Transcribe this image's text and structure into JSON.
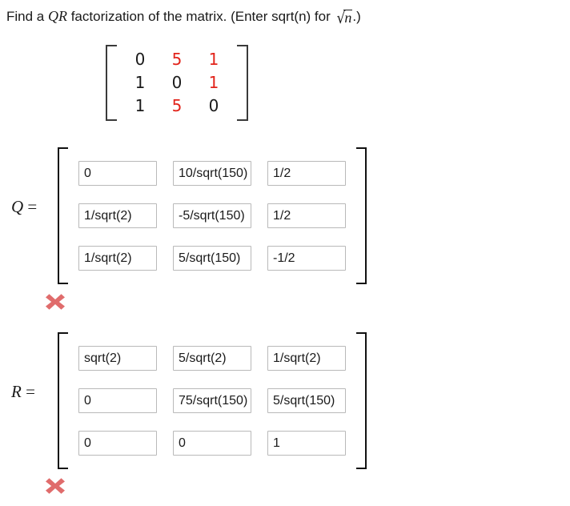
{
  "prompt": {
    "lead": "Find a ",
    "qr": "QR",
    "mid": " factorization of the matrix. (Enter sqrt(n) for ",
    "radicand": "n",
    "tail": ".)",
    "sqrt_sign": "√"
  },
  "source_matrix": {
    "name": "A",
    "rows": [
      [
        {
          "value": "0",
          "color": "#1a1a1a"
        },
        {
          "value": "5",
          "color": "#e2231a"
        },
        {
          "value": "1",
          "color": "#e2231a"
        }
      ],
      [
        {
          "value": "1",
          "color": "#1a1a1a"
        },
        {
          "value": "0",
          "color": "#1a1a1a"
        },
        {
          "value": "1",
          "color": "#e2231a"
        }
      ],
      [
        {
          "value": "1",
          "color": "#1a1a1a"
        },
        {
          "value": "5",
          "color": "#e2231a"
        },
        {
          "value": "0",
          "color": "#1a1a1a"
        }
      ]
    ]
  },
  "answers": {
    "q": {
      "label_var": "Q",
      "label_eq": " =",
      "cells": [
        "0",
        "10/sqrt(150)",
        "1/2",
        "1/sqrt(2)",
        "-5/sqrt(150)",
        "1/2",
        "1/sqrt(2)",
        "5/sqrt(150)",
        "-1/2"
      ],
      "placeholder": "",
      "status": "incorrect",
      "status_symbol": "✖"
    },
    "r": {
      "label_var": "R",
      "label_eq": " =",
      "cells": [
        "sqrt(2)",
        "5/sqrt(2)",
        "1/sqrt(2)",
        "0",
        "75/sqrt(150)",
        "5/sqrt(150)",
        "0",
        "0",
        "1"
      ],
      "placeholder": "",
      "status": "incorrect",
      "status_symbol": "✖"
    }
  },
  "colors": {
    "red_numeral": "#e2231a",
    "x_mark": "#e06c6c",
    "input_border": "#b9b9b9",
    "bracket": "#111111",
    "text": "#1a1a1a"
  }
}
